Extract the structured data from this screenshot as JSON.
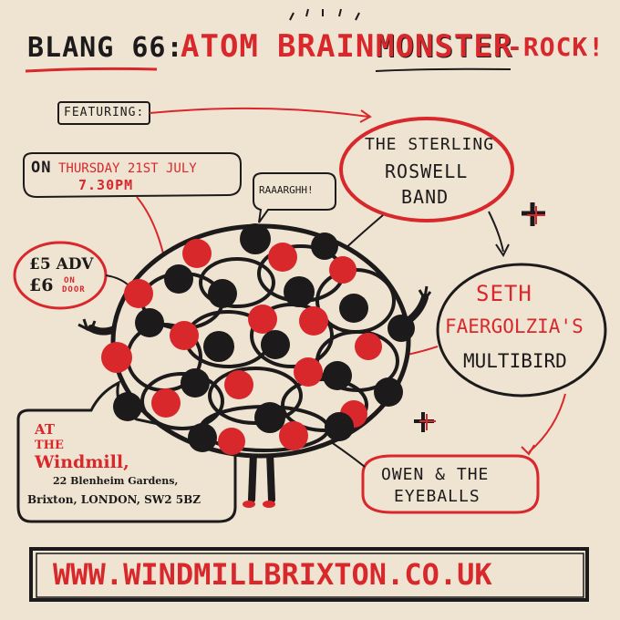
{
  "title": {
    "prefix": "BLANG 66:",
    "atom": "ATOM",
    "brain": "BRAIN",
    "monster": "MONSTER",
    "rock": "-ROCK!"
  },
  "featuring": "FEATURING:",
  "shout": "RAAARGHH!",
  "date": {
    "on": "ON",
    "day": "THURSDAY 21ST JULY",
    "time": "7.30PM"
  },
  "price": {
    "adv": "£5 ADV",
    "door_price": "£6",
    "door_note_1": "ON",
    "door_note_2": "DOOR"
  },
  "venue": {
    "at": "AT",
    "the": "THE",
    "name": "Windmill,",
    "street": "22 Blenheim Gardens,",
    "city": "Brixton, LONDON, SW2 5BZ"
  },
  "bands": {
    "band1": [
      "THE STERLING",
      "ROSWELL",
      "BAND"
    ],
    "band2": [
      "SETH",
      "FAERGOLZIA'S",
      "MULTIBIRD"
    ],
    "band3": [
      "OWEN & THE",
      "EYEBALLS"
    ]
  },
  "website": "WWW.WINDMILLBRIXTON.CO.UK",
  "colors": {
    "paper": "#efe4d2",
    "ink": "#1c1a1a",
    "red": "#d8282c"
  }
}
